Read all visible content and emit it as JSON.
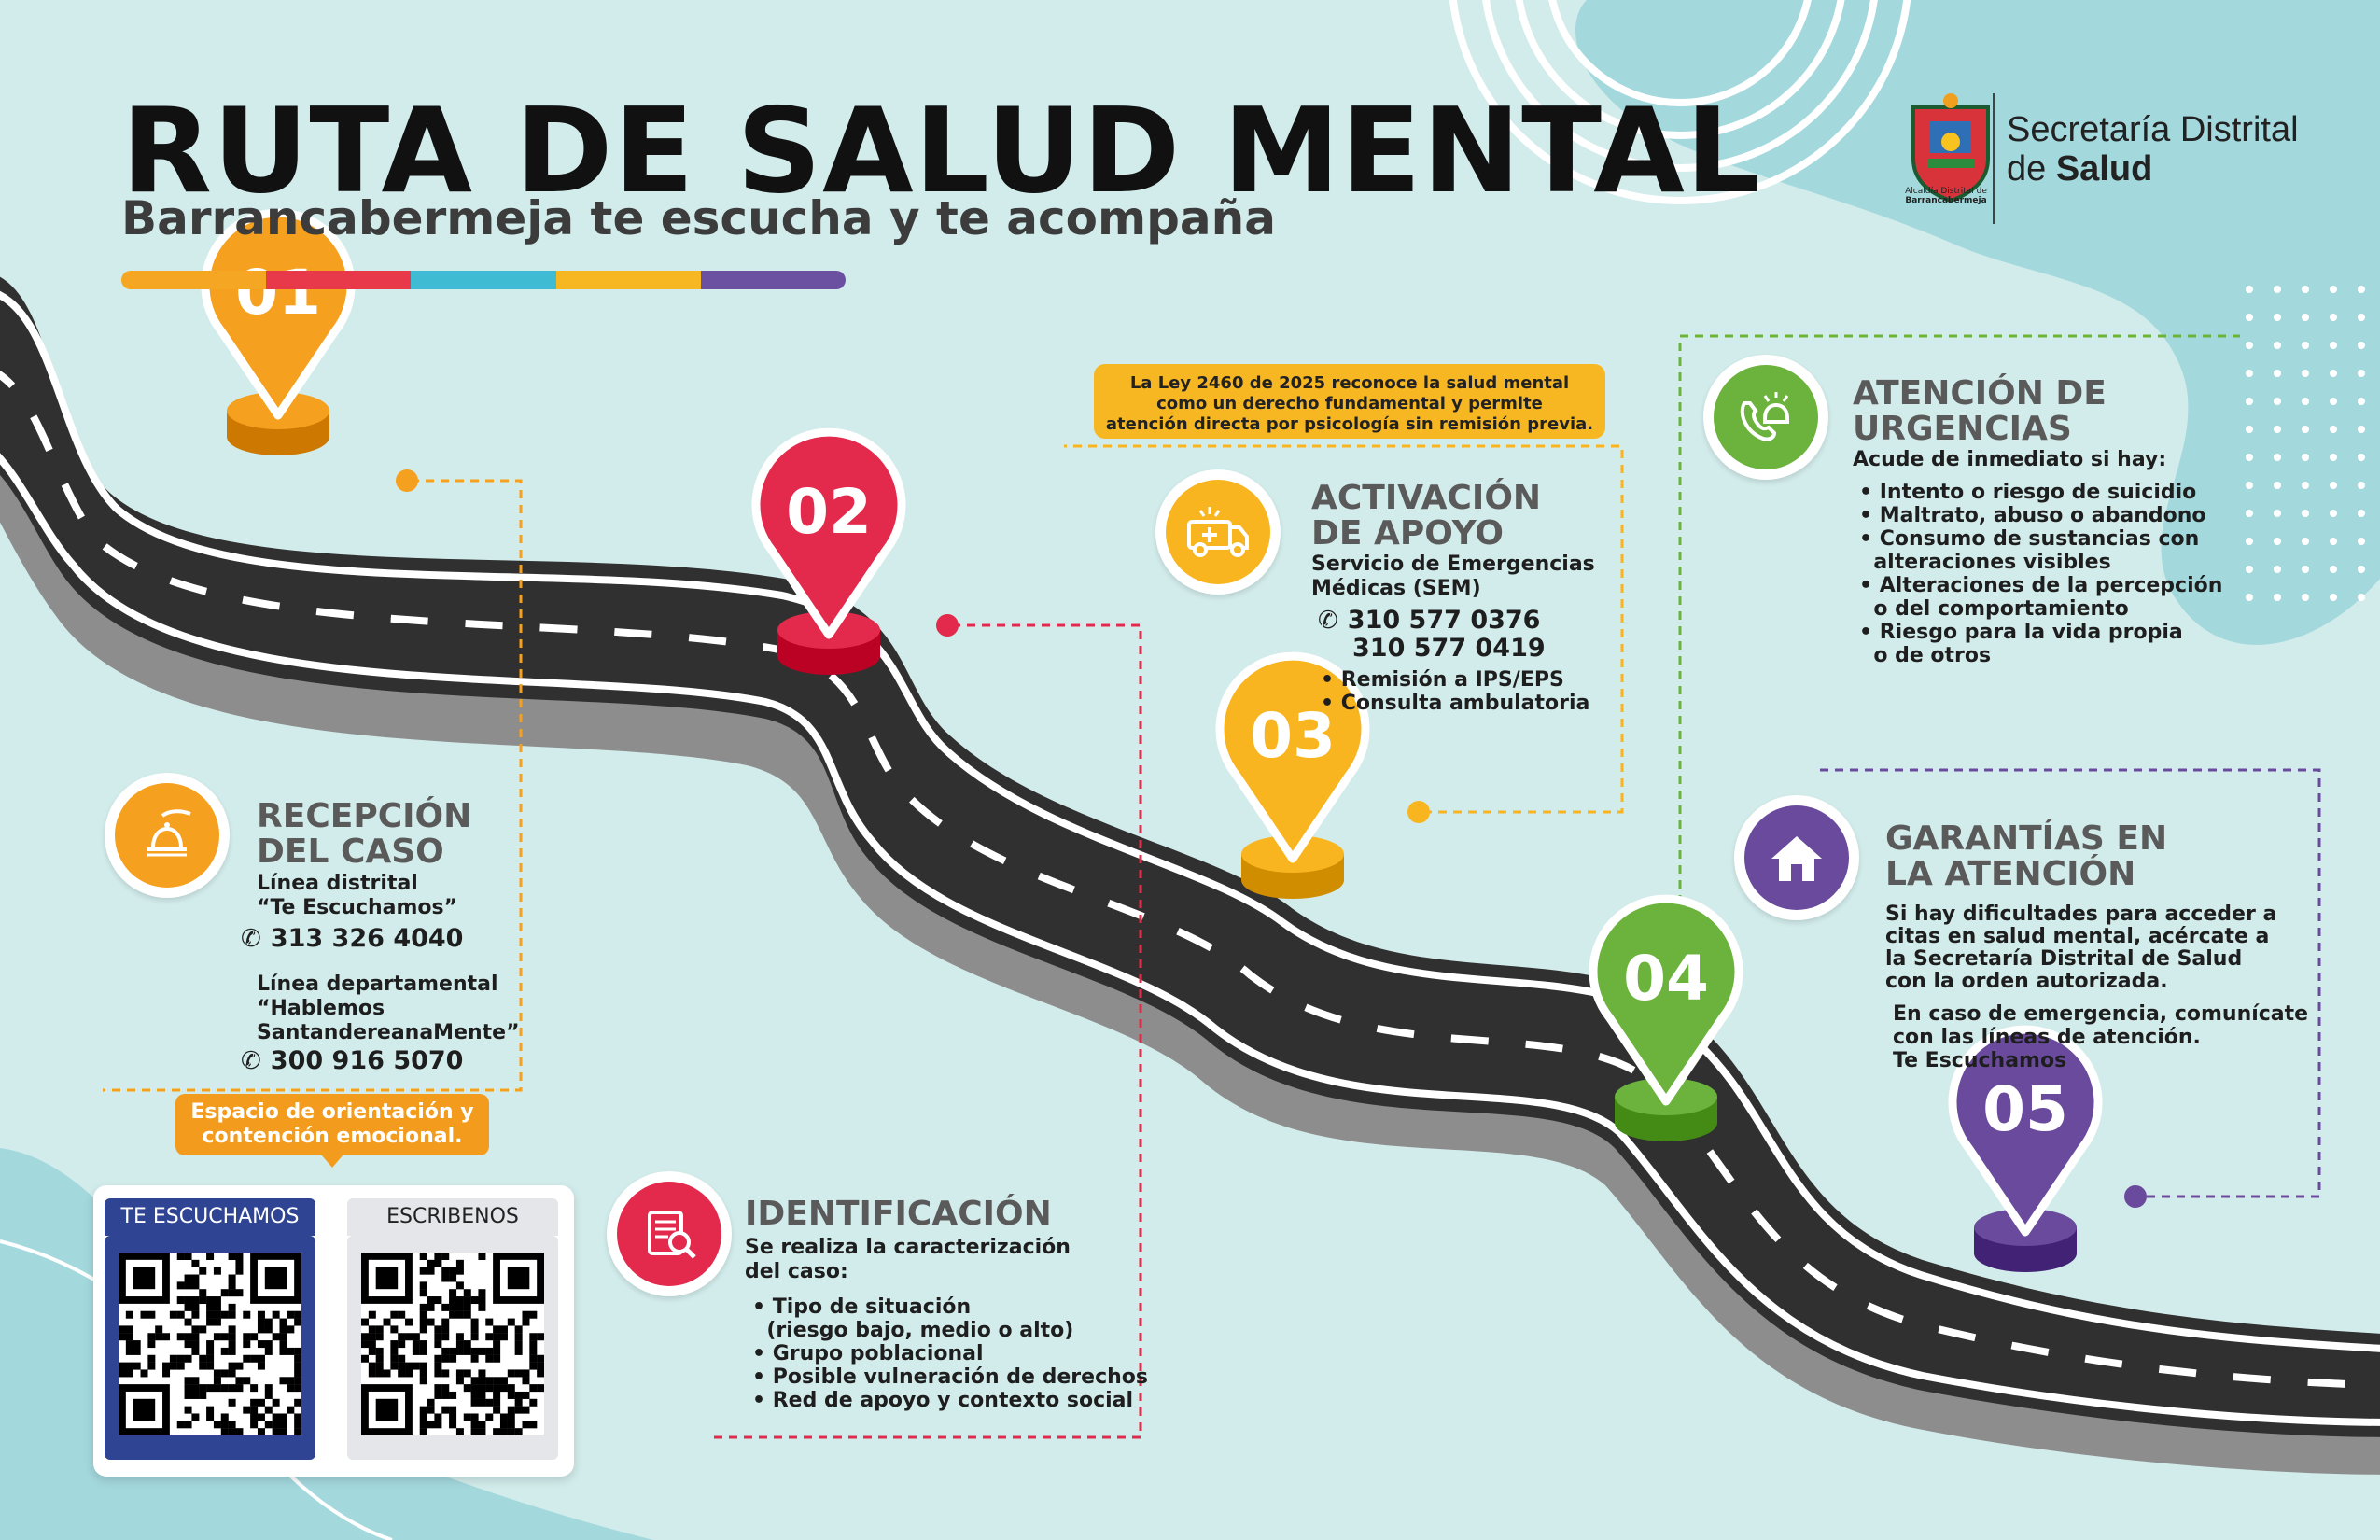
{
  "header": {
    "title": "RUTA DE SALUD MENTAL",
    "subtitle": "Barrancabermeja te escucha y te acompaña",
    "bar_colors": [
      "#f5a623",
      "#e8394a",
      "#3fbcd4",
      "#f7b722",
      "#6b4fa1"
    ]
  },
  "logo": {
    "line1": "Secretaría Distrital",
    "line2_prefix": "de ",
    "line2_bold": "Salud",
    "caption1": "Alcaldía Distrital de",
    "caption2": "Barrancabermeja"
  },
  "law_note": {
    "line1": "La Ley 2460 de 2025 reconoce la salud mental",
    "line2": "como un derecho fundamental y permite",
    "line3": "atención directa por psicología sin remisión previa."
  },
  "steps": [
    {
      "number": "01",
      "color": "#f5a01e"
    },
    {
      "number": "02",
      "color": "#e32a4c"
    },
    {
      "number": "03",
      "color": "#f8b51f"
    },
    {
      "number": "04",
      "color": "#6cb33e"
    },
    {
      "number": "05",
      "color": "#6a4a9c"
    }
  ],
  "recepcion": {
    "title_l1": "RECEPCIÓN",
    "title_l2": "DEL CASO",
    "line_a1": "Línea distrital",
    "line_a2": "“Te Escuchamos”",
    "phone_a": "313 326 4040",
    "line_b1": "Línea departamental",
    "line_b2": "“Hablemos",
    "line_b3": "SantandereanaMente”",
    "phone_b": "300 916 5070",
    "icon": "bell-hand-icon"
  },
  "espacio": {
    "line1": "Espacio de orientación y",
    "line2": "contención emocional."
  },
  "qr": {
    "label_left": "TE ESCUCHAMOS",
    "label_right": "ESCRIBENOS"
  },
  "identificacion": {
    "title": "IDENTIFICACIÓN",
    "intro1": "Se realiza la caracterización",
    "intro2": "del caso:",
    "items": [
      "• Tipo de situación",
      "  (riesgo bajo, medio o alto)",
      "• Grupo poblacional",
      "• Posible vulneración de derechos",
      "• Red de apoyo y contexto social"
    ],
    "icon": "document-search-icon"
  },
  "activacion": {
    "title_l1": "ACTIVACIÓN",
    "title_l2": "DE APOYO",
    "sub1": "Servicio de Emergencias",
    "sub2": "Médicas (SEM)",
    "phone1": "310 577 0376",
    "phone2": "310 577 0419",
    "items": [
      "• Remisión a IPS/EPS",
      "• Consulta ambulatoria"
    ],
    "icon": "ambulance-icon"
  },
  "urgencias": {
    "title_l1": "ATENCIÓN DE",
    "title_l2": "URGENCIAS",
    "intro": "Acude de inmediato si hay:",
    "items": [
      "• Intento o riesgo de suicidio",
      "• Maltrato, abuso o abandono",
      "• Consumo de sustancias con",
      "  alteraciones visibles",
      "• Alteraciones de la percepción",
      "  o del comportamiento",
      "• Riesgo para la vida propia",
      "  o de otros"
    ],
    "icon": "alarm-phone-icon"
  },
  "garantias": {
    "title_l1": "GARANTÍAS EN",
    "title_l2": "LA ATENCIÓN",
    "para1": [
      "Si hay dificultades para acceder a",
      "citas en salud mental, acércate a",
      "la Secretaría Distrital de Salud",
      "con la orden autorizada."
    ],
    "para2": [
      "En caso de emergencia, comunícate",
      "con las líneas de atención.",
      "Te Escuchamos"
    ],
    "icon": "house-icon"
  },
  "colors": {
    "orange": "#f5a01e",
    "red": "#e32a4c",
    "yellow": "#f8b51f",
    "green": "#6cb33e",
    "purple": "#6a4a9c",
    "road": "#2f2f2f",
    "road_side": "#8a8a8a"
  }
}
